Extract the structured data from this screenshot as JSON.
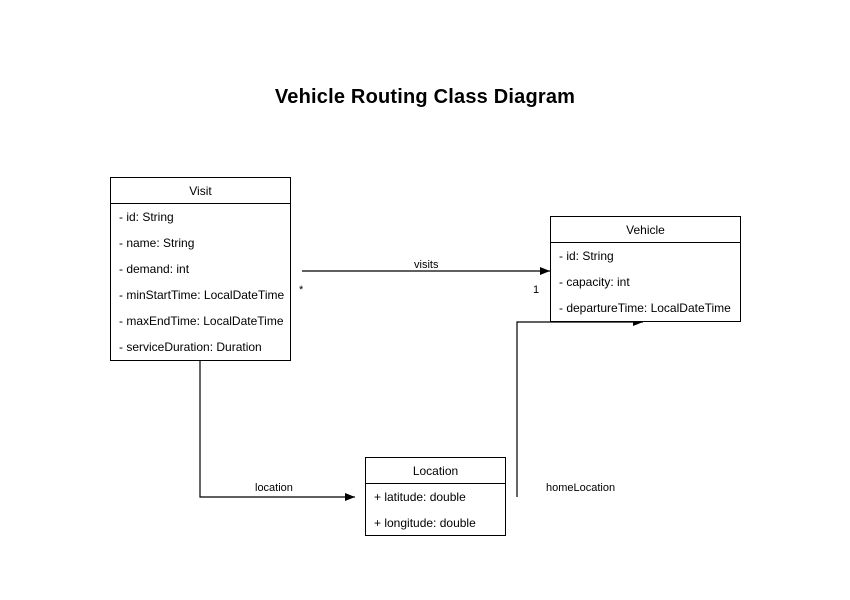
{
  "title": "Vehicle Routing Class Diagram",
  "colors": {
    "background": "#ffffff",
    "stroke": "#000000",
    "text": "#000000"
  },
  "classes": [
    {
      "id": "visit",
      "name": "Visit",
      "attributes": [
        "- id: String",
        "- name: String",
        "- demand: int",
        "- minStartTime: LocalDateTime",
        "- maxEndTime: LocalDateTime",
        "- serviceDuration: Duration"
      ]
    },
    {
      "id": "vehicle",
      "name": "Vehicle",
      "attributes": [
        "- id: String",
        "- capacity: int",
        "- departureTime: LocalDateTime"
      ]
    },
    {
      "id": "location",
      "name": "Location",
      "attributes": [
        "+ latitude: double",
        "+ longitude: double"
      ]
    }
  ],
  "relationships": [
    {
      "id": "visits",
      "label": "visits",
      "from": "Vehicle",
      "to": "Visit",
      "source_multiplicity": "1",
      "target_multiplicity": "*"
    },
    {
      "id": "location",
      "label": "location",
      "from": "Visit",
      "to": "Location",
      "source_multiplicity": "",
      "target_multiplicity": ""
    },
    {
      "id": "home-location",
      "label": "homeLocation",
      "from": "Vehicle",
      "to": "Location",
      "source_multiplicity": "",
      "target_multiplicity": ""
    }
  ]
}
